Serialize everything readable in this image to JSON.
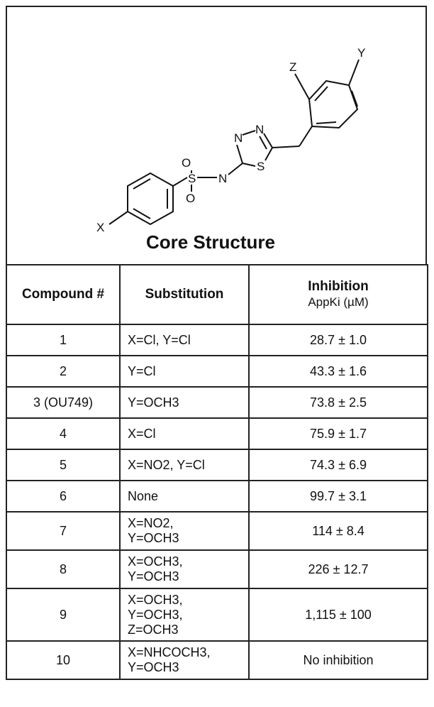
{
  "core": {
    "title": "Core Structure",
    "labels": {
      "x": "X",
      "y": "Y",
      "z": "Z",
      "o1": "O",
      "o2": "O",
      "s_sulfonyl": "S",
      "n_amide": "N",
      "n1": "N",
      "n2": "N",
      "s_ring": "S"
    }
  },
  "table": {
    "headers": {
      "compound": "Compound #",
      "substitution": "Substitution",
      "inhibition": "Inhibition",
      "inhibition_unit": "AppKi (µM)"
    },
    "rows": [
      {
        "compound": "1",
        "substitution": [
          "X=Cl, Y=Cl"
        ],
        "inhibition": "28.7 ± 1.0"
      },
      {
        "compound": "2",
        "substitution": [
          "Y=Cl"
        ],
        "inhibition": "43.3 ± 1.6"
      },
      {
        "compound": "3 (OU749)",
        "substitution": [
          "Y=OCH3"
        ],
        "inhibition": "73.8 ± 2.5"
      },
      {
        "compound": "4",
        "substitution": [
          "X=Cl"
        ],
        "inhibition": "75.9 ± 1.7"
      },
      {
        "compound": "5",
        "substitution": [
          "X=NO2, Y=Cl"
        ],
        "inhibition": "74.3 ± 6.9"
      },
      {
        "compound": "6",
        "substitution": [
          "None"
        ],
        "inhibition": "99.7 ± 3.1"
      },
      {
        "compound": "7",
        "substitution": [
          "X=NO2,",
          "Y=OCH3"
        ],
        "inhibition": "114 ± 8.4"
      },
      {
        "compound": "8",
        "substitution": [
          "X=OCH3,",
          "Y=OCH3"
        ],
        "inhibition": "226 ± 12.7"
      },
      {
        "compound": "9",
        "substitution": [
          "X=OCH3,",
          "Y=OCH3,",
          "Z=OCH3"
        ],
        "inhibition": "1,115 ± 100"
      },
      {
        "compound": "10",
        "substitution": [
          "X=NHCOCH3,",
          "Y=OCH3"
        ],
        "inhibition": "No inhibition"
      }
    ]
  }
}
